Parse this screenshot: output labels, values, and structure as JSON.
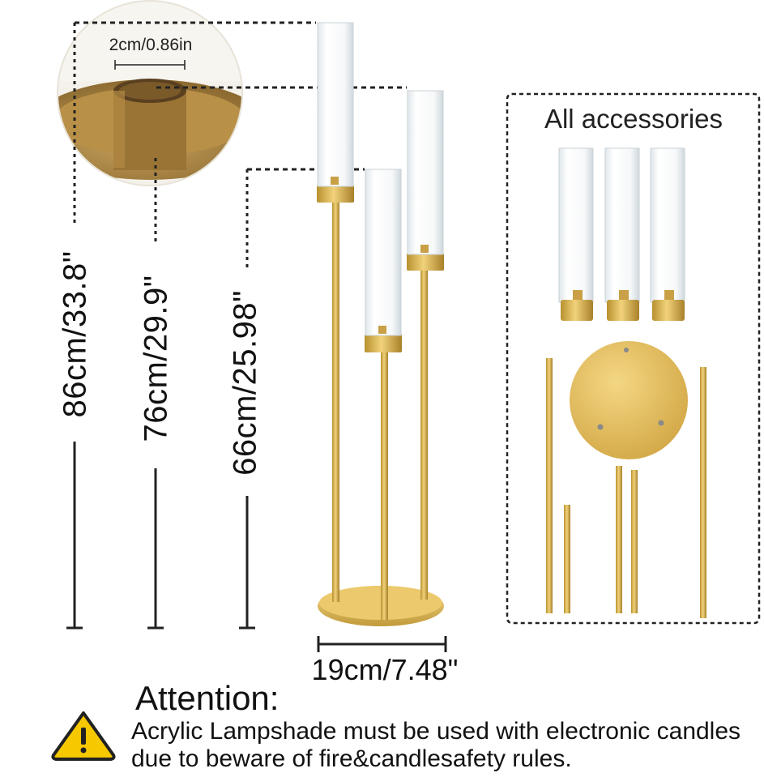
{
  "dimensions": {
    "inset_diameter": "2cm/0.86in",
    "height_tall": "86cm/33.8\"",
    "height_mid": "76cm/29.9\"",
    "height_short": "66cm/25.98\"",
    "base_width": "19cm/7.48\""
  },
  "accessories": {
    "title": "All accessories"
  },
  "attention": {
    "title": "Attention:",
    "line1": "Acrylic Lampshade must be used with electronic candles",
    "line2": "due to beware of fire&candlesafety rules.",
    "icon": "warning-icon"
  },
  "colors": {
    "gold": "#d9b24a",
    "gold_dark": "#b28a2e",
    "glass": "#eef2f4",
    "warning_yellow": "#f6c800"
  }
}
